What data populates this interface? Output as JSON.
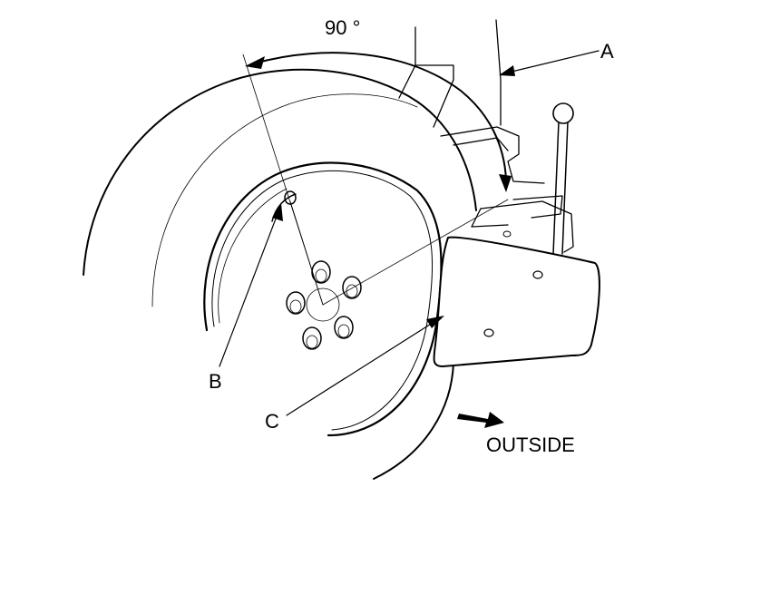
{
  "labels": {
    "angle": "90 °",
    "a": "A",
    "b": "B",
    "c": "C",
    "outside": "OUTSIDE"
  },
  "colors": {
    "stroke": "#000000",
    "background": "#ffffff"
  }
}
